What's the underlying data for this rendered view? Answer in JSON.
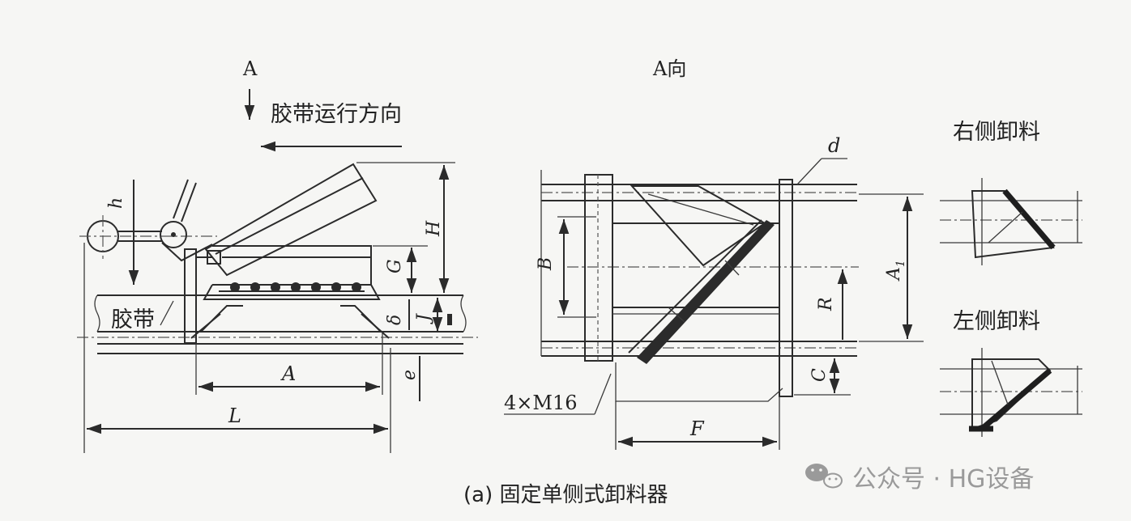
{
  "left_view": {
    "view_marker": "A",
    "direction_label": "胶带运行方向",
    "belt_label": "胶带",
    "dims": {
      "h": "h",
      "H": "H",
      "G": "G",
      "delta": "δ",
      "J": "J",
      "A": "A",
      "e": "e",
      "L": "L"
    }
  },
  "middle_view": {
    "title": "A向",
    "dims": {
      "d": "d",
      "B": "B",
      "A1": "A",
      "A1_sub": "1",
      "R": "R",
      "C": "C",
      "F": "F"
    },
    "bolt_label": "4×M16"
  },
  "right_views": {
    "right_label": "右侧卸料",
    "left_label": "左侧卸料"
  },
  "caption": "(a) 固定单侧式卸料器",
  "watermark": {
    "icon": "wechat-icon",
    "text": "公众号 · HG设备"
  },
  "colors": {
    "ink": "#2b2b2b",
    "background": "#f6f6f4",
    "watermark": "#9a9a9a"
  }
}
